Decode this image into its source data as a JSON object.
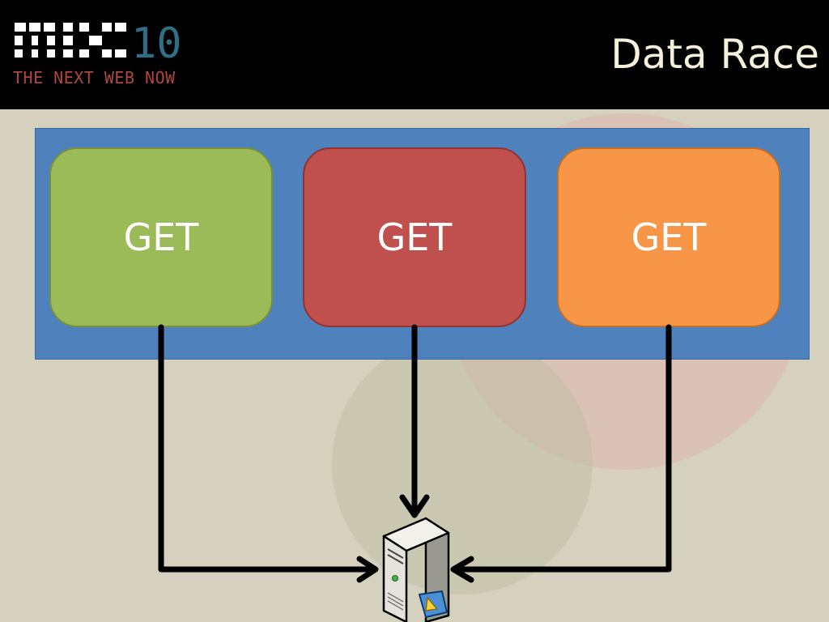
{
  "header": {
    "logo_wordmark": "MIX10",
    "logo_tagline": "THE NEXT WEB NOW",
    "title": "Data Race"
  },
  "diagram": {
    "boxes": [
      {
        "label": "GET",
        "color": "#9bbb59"
      },
      {
        "label": "GET",
        "color": "#c0504d"
      },
      {
        "label": "GET",
        "color": "#f79646"
      }
    ],
    "container_color": "#4f81bd",
    "target": "server-icon"
  },
  "colors": {
    "background": "#d6d1bf",
    "header": "#000000",
    "title_text": "#f5f0dc",
    "tagline": "#b0473c",
    "logo_accent": "#2f6f86",
    "arrow": "#000000"
  }
}
